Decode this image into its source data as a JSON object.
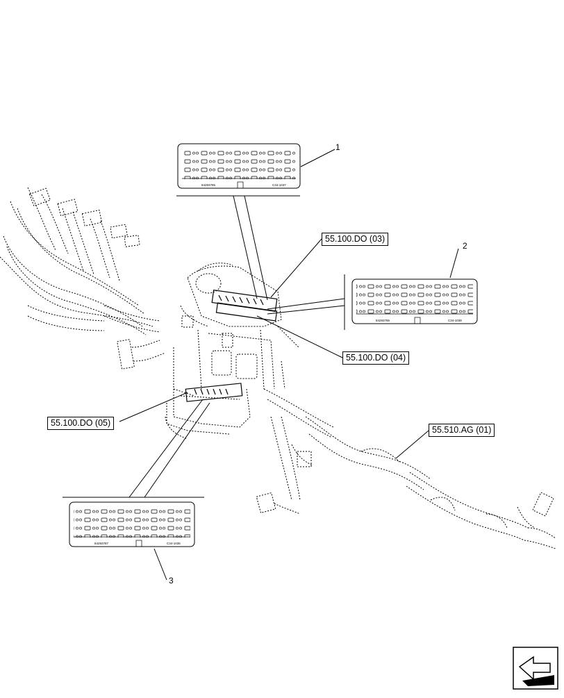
{
  "references": [
    {
      "id": "ref-03",
      "label": "55.100.DO (03)"
    },
    {
      "id": "ref-04",
      "label": "55.100.DO (04)"
    },
    {
      "id": "ref-05",
      "label": "55.100.DO (05)"
    },
    {
      "id": "ref-510",
      "label": "55.510.AG (01)"
    }
  ],
  "callouts": [
    {
      "id": "c1",
      "label": "1"
    },
    {
      "id": "c2",
      "label": "2"
    },
    {
      "id": "c3",
      "label": "3"
    }
  ],
  "fuse_panels": [
    {
      "id": "panel-1",
      "part_left": "84293785",
      "part_right": "C34-1037"
    },
    {
      "id": "panel-2",
      "part_left": "84293786",
      "part_right": "C34-1038"
    },
    {
      "id": "panel-3",
      "part_left": "84293787",
      "part_right": "C34-1036"
    }
  ],
  "icons": {
    "nav": "arrow-navigation-icon"
  }
}
